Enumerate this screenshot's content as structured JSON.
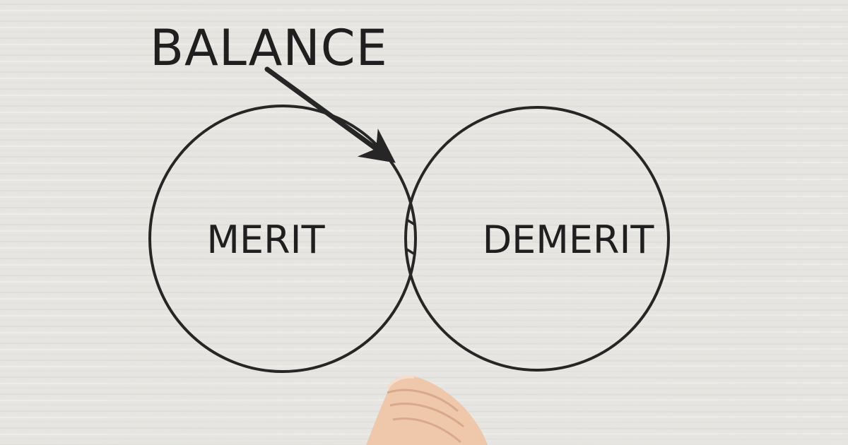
{
  "diagram": {
    "type": "venn",
    "pointer_label": "BALANCE",
    "left_set": {
      "label": "MERIT"
    },
    "right_set": {
      "label": "DEMERIT"
    },
    "intersection": {
      "style": "hatched"
    }
  },
  "colors": {
    "background": "#e6e5e1",
    "stroke": "#262626",
    "text": "#1f1f1f",
    "skin": "#f0c9ad"
  },
  "illustration": {
    "hand": "hands-pressed-together-icon"
  }
}
